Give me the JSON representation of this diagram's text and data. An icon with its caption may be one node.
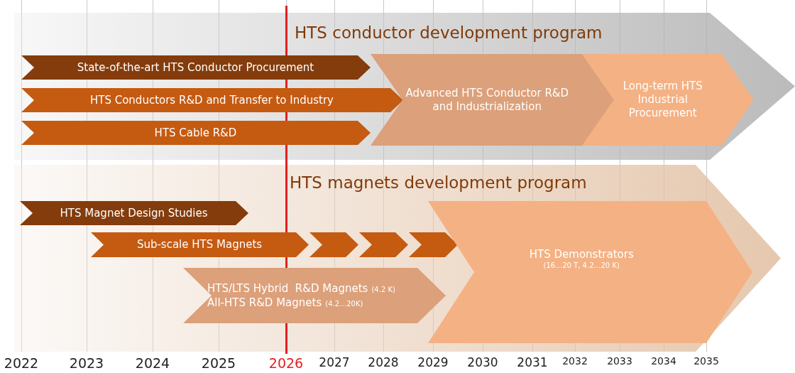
{
  "diagram": {
    "nodes": [
      {
        "text": [
          "HTS conductor development program"
        ]
      },
      {
        "text": [
          "State-of-the-art HTS Conductor Procurement"
        ],
        "in": 0
      },
      {
        "text": [
          "HTS Conductors R&D and Transfer to Industry"
        ],
        "in": 0
      },
      {
        "text": [
          "HTS Cable R&D"
        ],
        "in": 0
      },
      {
        "text": [
          "Advanced HTS Conductor R&D and Industrialization"
        ],
        "in": 0
      },
      {
        "text": [
          "Long-term HTS Industrial Procurement"
        ],
        "in": 0
      },
      {
        "text": [
          "HTS magnets development program"
        ]
      },
      {
        "text": [
          "HTS Magnet Design Studies"
        ],
        "in": 6
      },
      {
        "text": [
          "Sub-scale HTS Magnets"
        ],
        "in": 6
      },
      {
        "text": [],
        "shape": "chevron",
        "in": 6
      },
      {
        "text": [],
        "shape": "chevron",
        "in": 6
      },
      {
        "text": [],
        "shape": "chevron",
        "in": 6
      },
      {
        "text": [
          "HTS/LTS Hybrid  R&D Magnets",
          "(4.2 K)",
          "All-HTS R&D Magnets",
          "(4.2…20K)"
        ],
        "in": 6
      },
      {
        "text": [
          "HTS Demonstrators",
          "(16…20 T, 4.2…20 K)"
        ],
        "in": 6
      }
    ],
    "edges": [],
    "labels": [
      "2022",
      "2023",
      "2024",
      "2025",
      "2026",
      "2027",
      "2028",
      "2029",
      "2030",
      "2031",
      "2032",
      "2033",
      "2034",
      "2035"
    ]
  }
}
